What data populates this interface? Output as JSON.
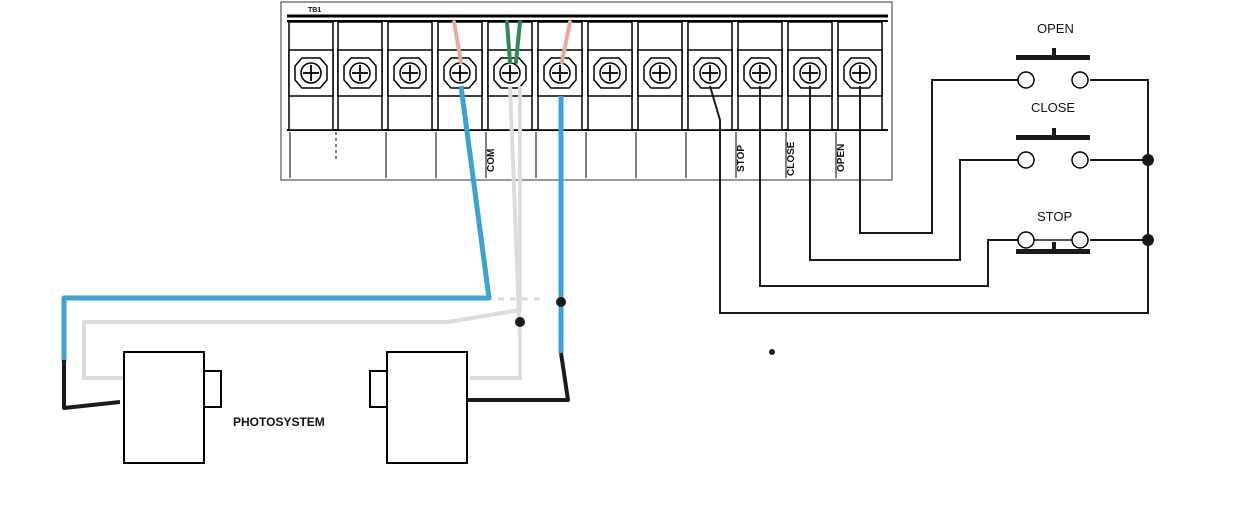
{
  "terminal_block": {
    "title": "TB1",
    "terminal_labels": [
      "COM",
      "STOP",
      "CLOSE",
      "OPEN"
    ]
  },
  "switches": [
    {
      "label": "OPEN"
    },
    {
      "label": "CLOSE"
    },
    {
      "label": "STOP"
    }
  ],
  "photosystem": {
    "label": "PHOTOSYSTEM"
  },
  "colors": {
    "blue_wire": "#3aa2d4",
    "white_wire": "#dcdcdc",
    "pink_wire": "#e8a9a0",
    "green_wire": "#2c8a5a",
    "black_wire": "#1a1a1a"
  }
}
